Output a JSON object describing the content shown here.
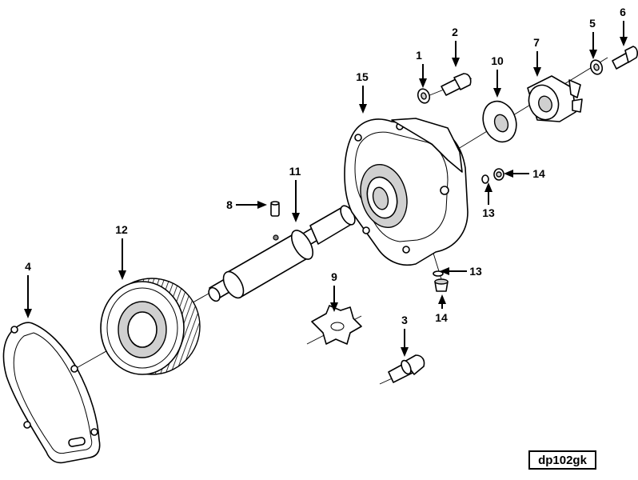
{
  "figure_id": "dp102gk",
  "callouts": [
    {
      "id": "c1",
      "number": "1"
    },
    {
      "id": "c2",
      "number": "2"
    },
    {
      "id": "c3",
      "number": "3"
    },
    {
      "id": "c4",
      "number": "4"
    },
    {
      "id": "c5",
      "number": "5"
    },
    {
      "id": "c6",
      "number": "6"
    },
    {
      "id": "c7",
      "number": "7"
    },
    {
      "id": "c8",
      "number": "8"
    },
    {
      "id": "c9",
      "number": "9"
    },
    {
      "id": "c10",
      "number": "10"
    },
    {
      "id": "c11",
      "number": "11"
    },
    {
      "id": "c12",
      "number": "12"
    },
    {
      "id": "c13a",
      "number": "13"
    },
    {
      "id": "c13b",
      "number": "13"
    },
    {
      "id": "c14a",
      "number": "14"
    },
    {
      "id": "c14b",
      "number": "14"
    },
    {
      "id": "c15",
      "number": "15"
    }
  ]
}
